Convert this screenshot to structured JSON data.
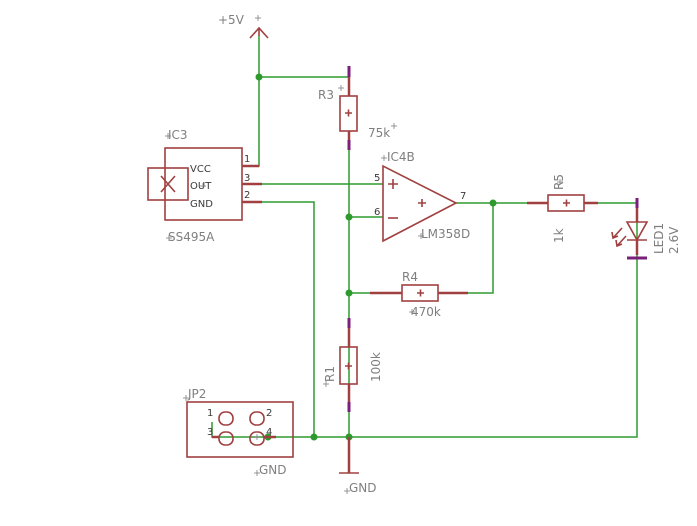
{
  "supply": {
    "label": "+5V"
  },
  "ground": {
    "label_bottom": "GND",
    "label_jp": "GND"
  },
  "ic3": {
    "name": "IC3",
    "part": "SS495A",
    "pin_vcc": "VCC",
    "pin_out": "OUT",
    "pin_gnd": "GND",
    "pin1": "1",
    "pin2": "2",
    "pin3": "3"
  },
  "ic4b": {
    "name": "IC4B",
    "part": "LM358D",
    "pin5": "5",
    "pin6": "6",
    "pin7": "7"
  },
  "r3": {
    "name": "R3",
    "value": "75k"
  },
  "r4": {
    "name": "R4",
    "value": "470k"
  },
  "r5": {
    "name": "R5",
    "value": "1k"
  },
  "r1": {
    "name": "R1",
    "value": "100k"
  },
  "led1": {
    "name": "LED1",
    "value": "2.6V"
  },
  "jp2": {
    "name": "JP2",
    "pin1": "1",
    "pin2": "2",
    "pin3": "3",
    "pin4": "4"
  }
}
